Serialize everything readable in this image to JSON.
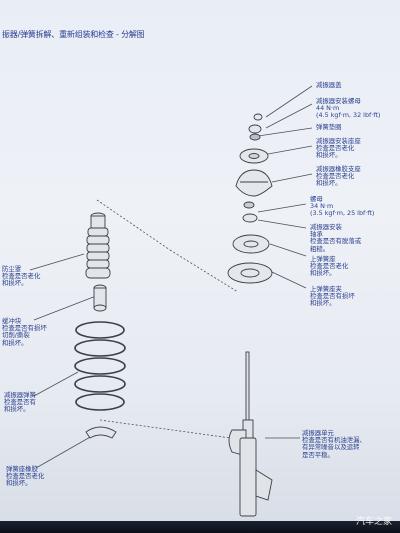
{
  "header": {
    "title": "振器/弹簧拆解、重新组装和检查 - 分解图"
  },
  "labels": {
    "shock_cap": "减振器盖",
    "mount_nut": [
      "减振器安装螺母",
      "44 N·m",
      "(4.5 kgf·m, 32 lbf·ft)"
    ],
    "spring_washer": "弹簧垫圈",
    "upper_seat": [
      "减振器安装座座",
      "检查是否老化",
      "和损坏。"
    ],
    "mount_bearing": [
      "减振器橡胶支座",
      "检查是否老化",
      "和损坏。"
    ],
    "nut": [
      "螺母",
      "34 N·m",
      "(3.5 kgf·m, 25 lbf·ft)"
    ],
    "mount_washer": [
      "减振器安装",
      "轴承",
      "检查是否有脱落或",
      "粗糙。"
    ],
    "upper_spring_seat": [
      "上弹簧座",
      "检查是否老化",
      "和损坏。"
    ],
    "upper_spring_mount": [
      "上弹簧座夹",
      "检查是否有损坏",
      "和损坏。"
    ],
    "dust_cover": [
      "防尘罩",
      "检查是否老化",
      "和损坏。"
    ],
    "bump_stop": [
      "缓冲块",
      "检查是否有损坏",
      "切削/撕裂",
      "和损坏。"
    ],
    "coil_spring": [
      "减振器弹簧",
      "检查是否有",
      "和损坏。"
    ],
    "lower_spring_seat": [
      "弹簧座橡胶",
      "检查是否老化",
      "和损坏。"
    ],
    "damper_unit": [
      "减振器单元",
      "检查是否有机油泄漏、",
      "有异常噪音以及运转",
      "是否平稳。"
    ]
  },
  "watermark": "汽车之家"
}
